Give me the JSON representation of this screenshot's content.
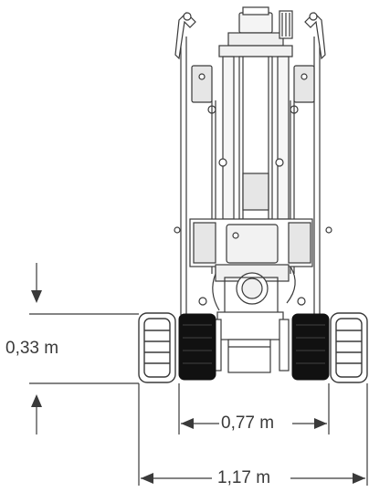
{
  "dimensions": {
    "ground_clearance": "0,33 m",
    "track_width": "0,77 m",
    "overall_width": "1,17 m"
  },
  "colors": {
    "line": "#3a3a3a",
    "wheel_dark": "#111111",
    "wheel_light": "#ffffff",
    "panel": "#e6e6e6"
  }
}
